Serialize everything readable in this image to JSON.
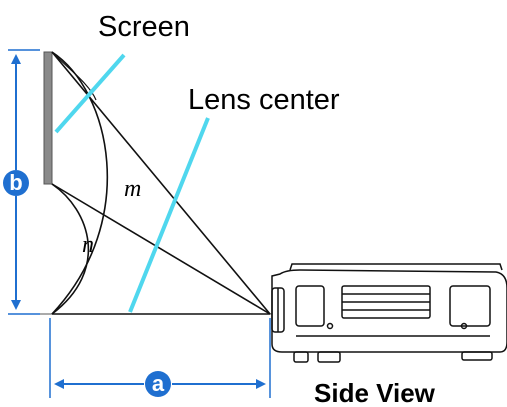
{
  "labels": {
    "screen": "Screen",
    "lens_center": "Lens center",
    "m": "m",
    "n": "n",
    "side_view": "Side View",
    "dim_a": "a",
    "dim_b": "b"
  },
  "colors": {
    "accent_blue": "#1f6fd0",
    "cyan_line": "#4fd7ee",
    "screen_gray": "#8a8a8a",
    "line_black": "#111111"
  }
}
